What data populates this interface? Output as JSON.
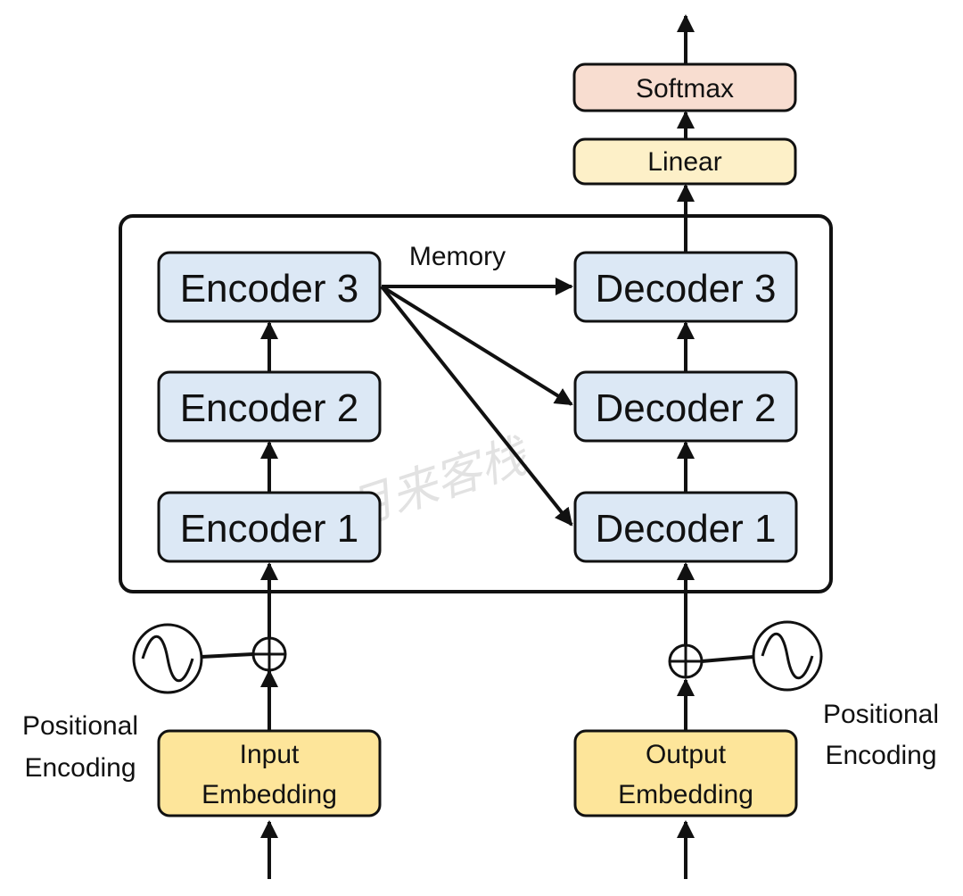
{
  "diagram": {
    "blocks": {
      "softmax": "Softmax",
      "linear": "Linear",
      "encoder3": "Encoder 3",
      "encoder2": "Encoder 2",
      "encoder1": "Encoder 1",
      "decoder3": "Decoder 3",
      "decoder2": "Decoder 2",
      "decoder1": "Decoder 1",
      "input_embedding": [
        "Input",
        "Embedding"
      ],
      "output_embedding": [
        "Output",
        "Embedding"
      ]
    },
    "labels": {
      "memory": "Memory",
      "positional_encoding_left": [
        "Positional",
        "Encoding"
      ],
      "positional_encoding_right": [
        "Positional",
        "Encoding"
      ]
    },
    "watermark": "@月来客栈"
  },
  "colors": {
    "encoder_decoder_fill": "#dce8f5",
    "embedding_fill": "#fde59a",
    "linear_fill": "#fdf0c8",
    "softmax_fill": "#f8ddd0",
    "stroke": "#111111"
  }
}
